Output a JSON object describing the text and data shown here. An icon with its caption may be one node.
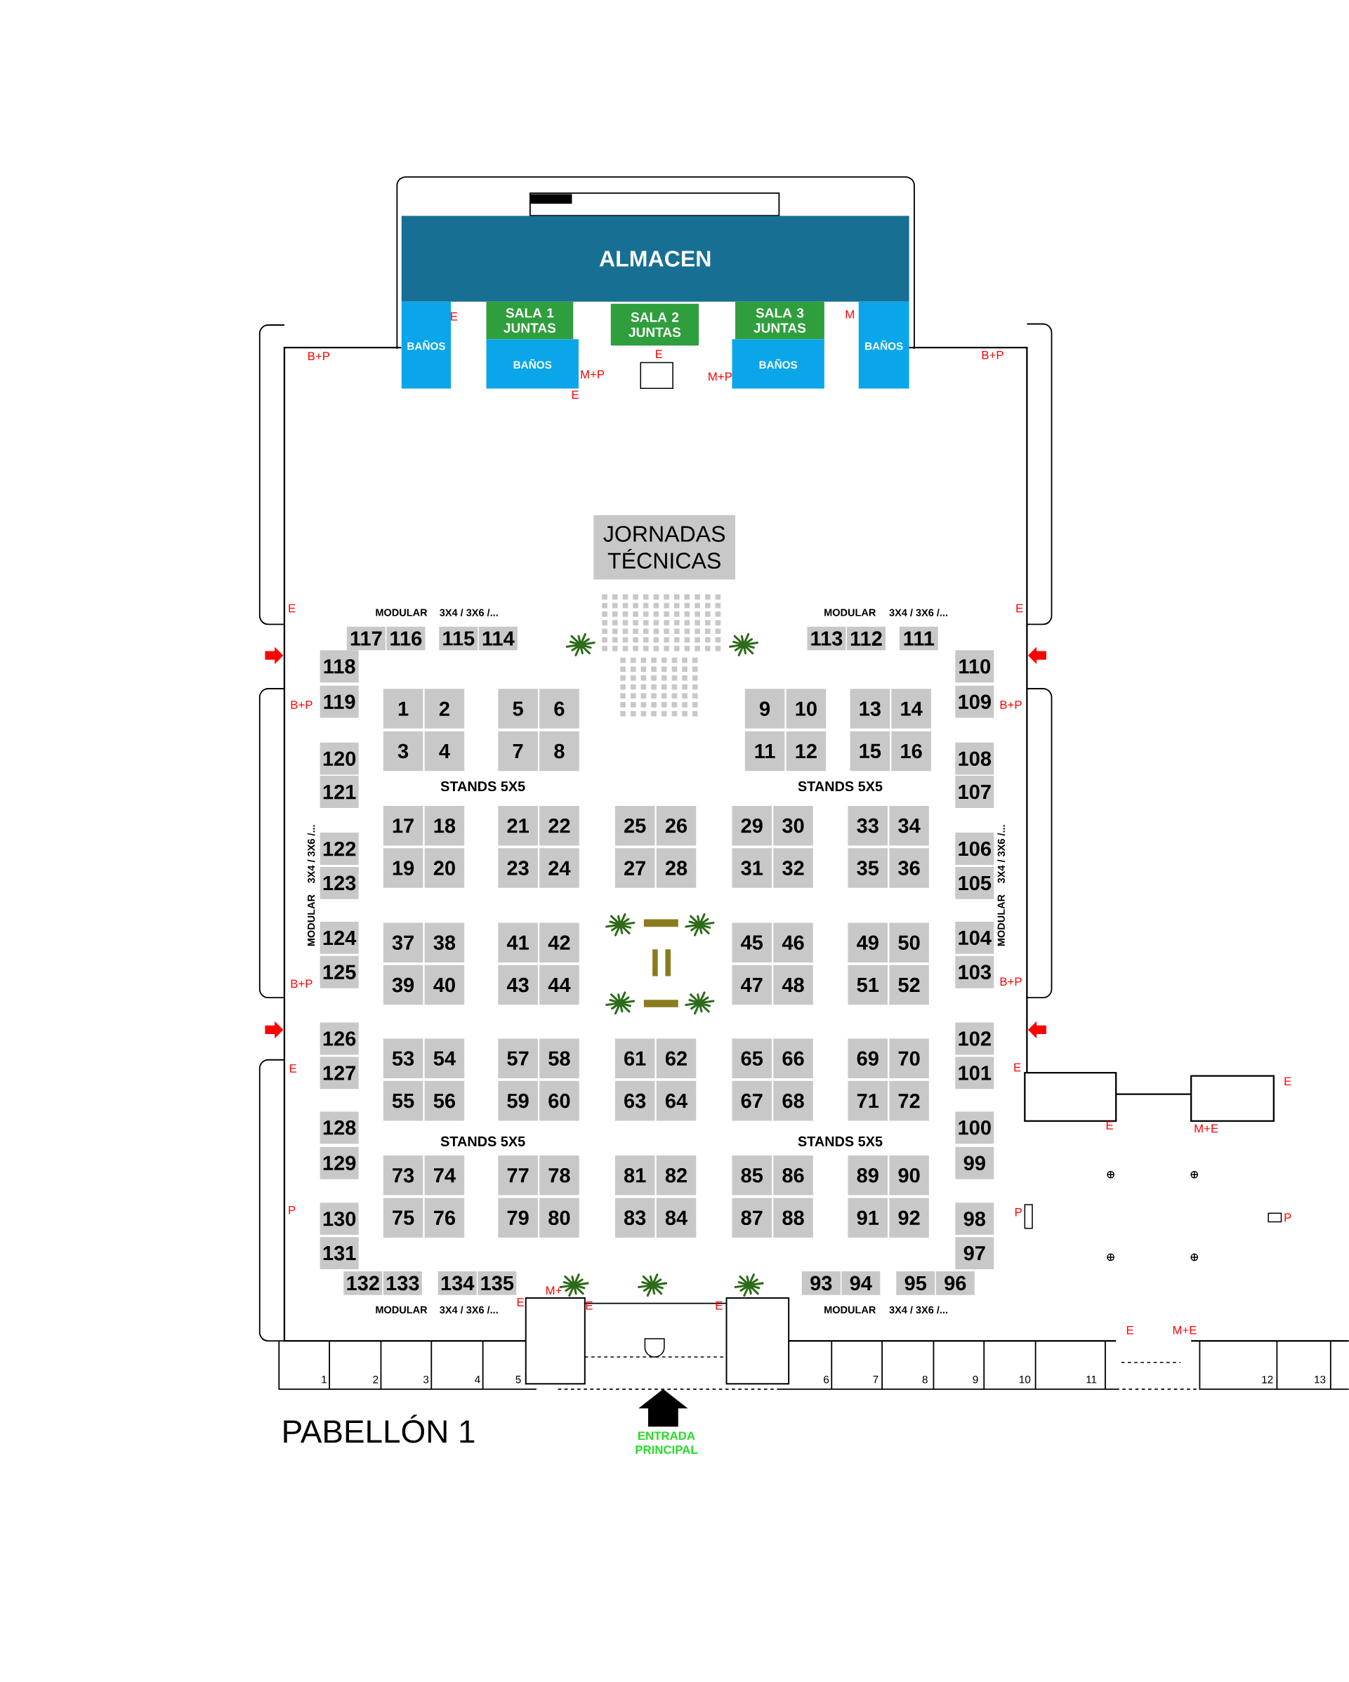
{
  "diagram": {
    "title": "PABELLÓN 1",
    "nodes": [
      {
        "text": [
          "ALMACEN"
        ]
      },
      {
        "text": [
          "SALA 1 JUNTAS"
        ]
      },
      {
        "text": [
          "SALA 2 JUNTAS"
        ]
      },
      {
        "text": [
          "SALA 3 JUNTAS"
        ]
      },
      {
        "text": [
          "BAÑOS"
        ]
      },
      {
        "text": [
          "BAÑOS"
        ]
      },
      {
        "text": [
          "BAÑOS"
        ]
      },
      {
        "text": [
          "BAÑOS"
        ]
      },
      {
        "text": [
          "JORNADAS TÉCNICAS"
        ]
      },
      {
        "text": [
          "1"
        ]
      },
      {
        "text": [
          "2"
        ]
      },
      {
        "text": [
          "3"
        ]
      },
      {
        "text": [
          "4"
        ]
      },
      {
        "text": [
          "5"
        ]
      },
      {
        "text": [
          "6"
        ]
      },
      {
        "text": [
          "7"
        ]
      },
      {
        "text": [
          "8"
        ]
      },
      {
        "text": [
          "9"
        ]
      },
      {
        "text": [
          "10"
        ]
      },
      {
        "text": [
          "11"
        ]
      },
      {
        "text": [
          "12"
        ]
      },
      {
        "text": [
          "13"
        ]
      },
      {
        "text": [
          "14"
        ]
      },
      {
        "text": [
          "15"
        ]
      },
      {
        "text": [
          "16"
        ]
      },
      {
        "text": [
          "17"
        ]
      },
      {
        "text": [
          "18"
        ]
      },
      {
        "text": [
          "19"
        ]
      },
      {
        "text": [
          "20"
        ]
      },
      {
        "text": [
          "21"
        ]
      },
      {
        "text": [
          "22"
        ]
      },
      {
        "text": [
          "23"
        ]
      },
      {
        "text": [
          "24"
        ]
      },
      {
        "text": [
          "25"
        ]
      },
      {
        "text": [
          "26"
        ]
      },
      {
        "text": [
          "27"
        ]
      },
      {
        "text": [
          "28"
        ]
      },
      {
        "text": [
          "29"
        ]
      },
      {
        "text": [
          "30"
        ]
      },
      {
        "text": [
          "31"
        ]
      },
      {
        "text": [
          "32"
        ]
      },
      {
        "text": [
          "33"
        ]
      },
      {
        "text": [
          "34"
        ]
      },
      {
        "text": [
          "35"
        ]
      },
      {
        "text": [
          "36"
        ]
      },
      {
        "text": [
          "37"
        ]
      },
      {
        "text": [
          "38"
        ]
      },
      {
        "text": [
          "39"
        ]
      },
      {
        "text": [
          "40"
        ]
      },
      {
        "text": [
          "41"
        ]
      },
      {
        "text": [
          "42"
        ]
      },
      {
        "text": [
          "43"
        ]
      },
      {
        "text": [
          "44"
        ]
      },
      {
        "text": [
          "45"
        ]
      },
      {
        "text": [
          "46"
        ]
      },
      {
        "text": [
          "47"
        ]
      },
      {
        "text": [
          "48"
        ]
      },
      {
        "text": [
          "49"
        ]
      },
      {
        "text": [
          "50"
        ]
      },
      {
        "text": [
          "51"
        ]
      },
      {
        "text": [
          "52"
        ]
      },
      {
        "text": [
          "53"
        ]
      },
      {
        "text": [
          "54"
        ]
      },
      {
        "text": [
          "55"
        ]
      },
      {
        "text": [
          "56"
        ]
      },
      {
        "text": [
          "57"
        ]
      },
      {
        "text": [
          "58"
        ]
      },
      {
        "text": [
          "59"
        ]
      },
      {
        "text": [
          "60"
        ]
      },
      {
        "text": [
          "61"
        ]
      },
      {
        "text": [
          "62"
        ]
      },
      {
        "text": [
          "63"
        ]
      },
      {
        "text": [
          "64"
        ]
      },
      {
        "text": [
          "65"
        ]
      },
      {
        "text": [
          "66"
        ]
      },
      {
        "text": [
          "67"
        ]
      },
      {
        "text": [
          "68"
        ]
      },
      {
        "text": [
          "69"
        ]
      },
      {
        "text": [
          "70"
        ]
      },
      {
        "text": [
          "71"
        ]
      },
      {
        "text": [
          "72"
        ]
      },
      {
        "text": [
          "73"
        ]
      },
      {
        "text": [
          "74"
        ]
      },
      {
        "text": [
          "75"
        ]
      },
      {
        "text": [
          "76"
        ]
      },
      {
        "text": [
          "77"
        ]
      },
      {
        "text": [
          "78"
        ]
      },
      {
        "text": [
          "79"
        ]
      },
      {
        "text": [
          "80"
        ]
      },
      {
        "text": [
          "81"
        ]
      },
      {
        "text": [
          "82"
        ]
      },
      {
        "text": [
          "83"
        ]
      },
      {
        "text": [
          "84"
        ]
      },
      {
        "text": [
          "85"
        ]
      },
      {
        "text": [
          "86"
        ]
      },
      {
        "text": [
          "87"
        ]
      },
      {
        "text": [
          "88"
        ]
      },
      {
        "text": [
          "89"
        ]
      },
      {
        "text": [
          "90"
        ]
      },
      {
        "text": [
          "91"
        ]
      },
      {
        "text": [
          "92"
        ]
      },
      {
        "text": [
          "93"
        ]
      },
      {
        "text": [
          "94"
        ]
      },
      {
        "text": [
          "95"
        ]
      },
      {
        "text": [
          "96"
        ]
      },
      {
        "text": [
          "97"
        ]
      },
      {
        "text": [
          "98"
        ]
      },
      {
        "text": [
          "99"
        ]
      },
      {
        "text": [
          "100"
        ]
      },
      {
        "text": [
          "101"
        ]
      },
      {
        "text": [
          "102"
        ]
      },
      {
        "text": [
          "103"
        ]
      },
      {
        "text": [
          "104"
        ]
      },
      {
        "text": [
          "105"
        ]
      },
      {
        "text": [
          "106"
        ]
      },
      {
        "text": [
          "107"
        ]
      },
      {
        "text": [
          "108"
        ]
      },
      {
        "text": [
          "109"
        ]
      },
      {
        "text": [
          "110"
        ]
      },
      {
        "text": [
          "111"
        ]
      },
      {
        "text": [
          "112"
        ]
      },
      {
        "text": [
          "113"
        ]
      },
      {
        "text": [
          "114"
        ]
      },
      {
        "text": [
          "115"
        ]
      },
      {
        "text": [
          "116"
        ]
      },
      {
        "text": [
          "117"
        ]
      },
      {
        "text": [
          "118"
        ]
      },
      {
        "text": [
          "119"
        ]
      },
      {
        "text": [
          "120"
        ]
      },
      {
        "text": [
          "121"
        ]
      },
      {
        "text": [
          "122"
        ]
      },
      {
        "text": [
          "123"
        ]
      },
      {
        "text": [
          "124"
        ]
      },
      {
        "text": [
          "125"
        ]
      },
      {
        "text": [
          "126"
        ]
      },
      {
        "text": [
          "127"
        ]
      },
      {
        "text": [
          "128"
        ]
      },
      {
        "text": [
          "129"
        ]
      },
      {
        "text": [
          "130"
        ]
      },
      {
        "text": [
          "131"
        ]
      },
      {
        "text": [
          "132"
        ]
      },
      {
        "text": [
          "133"
        ]
      },
      {
        "text": [
          "134"
        ]
      },
      {
        "text": [
          "135"
        ]
      }
    ],
    "labels": [
      "MODULAR",
      "3X4 / 3X6 /...",
      "MODULAR",
      "3X4 / 3X6 /...",
      "3X4 / 3X6 /...",
      "MODULAR",
      "3X4 / 3X6 /...",
      "MODULAR",
      "STANDS 5X5",
      "STANDS 5X5",
      "STANDS 5X5",
      "STANDS 5X5",
      "MODULAR",
      "3X4 / 3X6 /...",
      "MODULAR",
      "3X4 / 3X6 /...",
      "B+P",
      "E",
      "E",
      "M+P",
      "E",
      "M+P",
      "M",
      "B+P",
      "E",
      "E",
      "B+P",
      "B+P",
      "B+P",
      "B+P",
      "E",
      "E",
      "E",
      "E",
      "M+E",
      "P",
      "P",
      "P",
      "M+",
      "E",
      "E",
      "E",
      "E",
      "M+E",
      "1",
      "2",
      "3",
      "4",
      "5",
      "6",
      "7",
      "8",
      "9",
      "10",
      "11",
      "12",
      "13",
      "ENTRADA PRINCIPAL"
    ]
  }
}
